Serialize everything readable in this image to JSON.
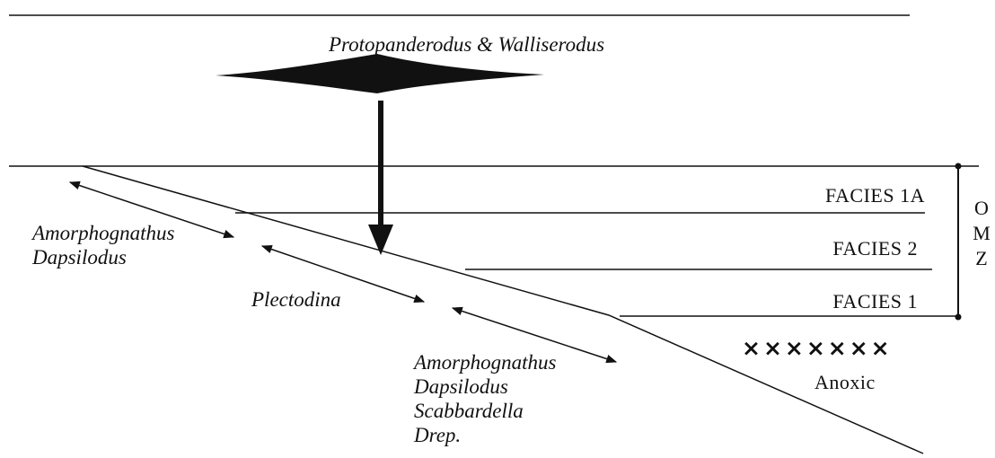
{
  "title": "Protopanderodus & Walliserodus",
  "shelf_groups": {
    "upper": [
      "Amorphognathus",
      "Dapsilodus"
    ],
    "middle": "Plectodina",
    "lower": [
      "Amorphognathus",
      "Dapsilodus",
      "Scabbardella",
      "Drep."
    ]
  },
  "facies": [
    "FACIES 1A",
    "FACIES 2",
    "FACIES 1"
  ],
  "omz_letters": [
    "O",
    "M",
    "Z"
  ],
  "anoxic": {
    "marks": "×××××××",
    "label": "Anoxic"
  }
}
